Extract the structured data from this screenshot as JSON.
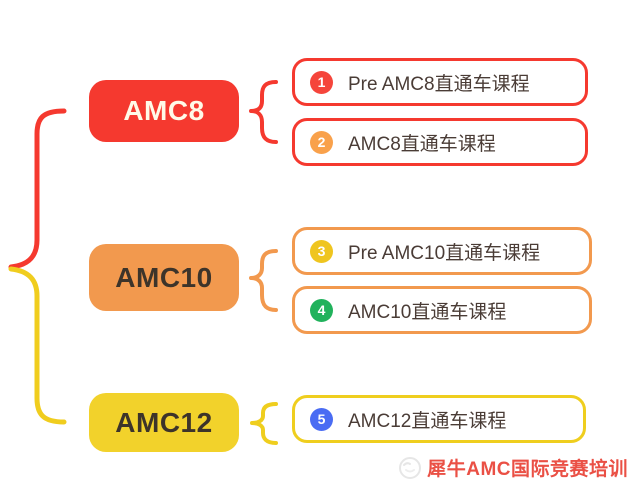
{
  "root_brace": {
    "top_color": "#F5392F",
    "bottom_color": "#F0CD1E"
  },
  "groups": [
    {
      "node": {
        "label": "AMC8",
        "bg": "#F5392F",
        "text_color": "#FFFAE8"
      },
      "brace_color": "#F5392F",
      "courses": [
        {
          "num": "1",
          "badge_color": "#F5453B",
          "label": "Pre AMC8直通车课程",
          "border_color": "#F5392F"
        },
        {
          "num": "2",
          "badge_color": "#F9A14B",
          "label": "AMC8直通车课程",
          "border_color": "#F5392F"
        }
      ]
    },
    {
      "node": {
        "label": "AMC10",
        "bg": "#F2994E",
        "text_color": "#3D342A"
      },
      "brace_color": "#F2994E",
      "courses": [
        {
          "num": "3",
          "badge_color": "#EFC51F",
          "label": "Pre AMC10直通车课程",
          "border_color": "#F2994E"
        },
        {
          "num": "4",
          "badge_color": "#21B25C",
          "label": "AMC10直通车课程",
          "border_color": "#F2994E"
        }
      ]
    },
    {
      "node": {
        "label": "AMC12",
        "bg": "#F2D22B",
        "text_color": "#3D342A"
      },
      "brace_color": "#EFCE1E",
      "courses": [
        {
          "num": "5",
          "badge_color": "#4A6CF3",
          "label": "AMC12直通车课程",
          "border_color": "#EFCE1E"
        }
      ]
    }
  ],
  "watermark": {
    "icon": "rhino-mascot",
    "text": "犀牛AMC国际竞赛培训",
    "color": "#E8392C"
  }
}
